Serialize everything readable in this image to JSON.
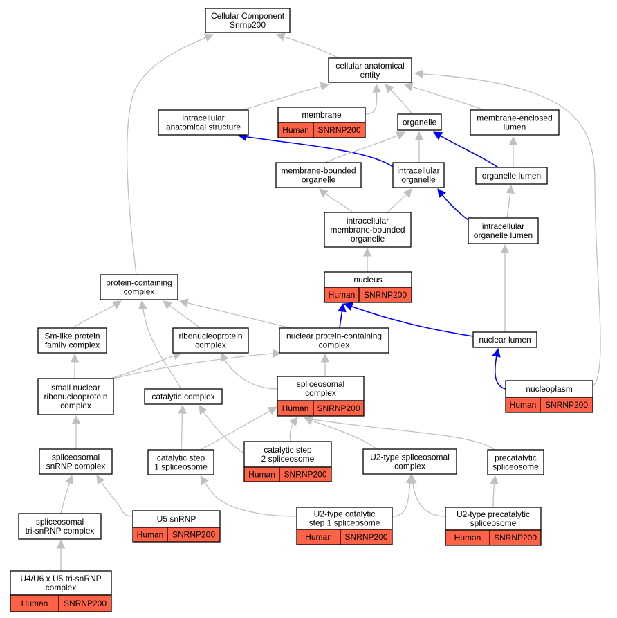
{
  "colors": {
    "background": "#ffffff",
    "node_border": "#000000",
    "edge_default": "#c0c0c0",
    "edge_highlight": "#0000ff",
    "annotation_fill": "#ff6347"
  },
  "nodes": {
    "cellular_component": {
      "lines": [
        "Cellular Component",
        "Snrnp200"
      ]
    },
    "cellular_anatomical_entity": {
      "lines": [
        "cellular anatomical",
        "entity"
      ]
    },
    "intracellular_anatomical_structure": {
      "lines": [
        "intracellular",
        "anatomical structure"
      ]
    },
    "membrane": {
      "lines": [
        "membrane"
      ],
      "annotation": [
        "Human",
        "SNRNP200"
      ]
    },
    "organelle": {
      "lines": [
        "organelle"
      ]
    },
    "membrane_enclosed_lumen": {
      "lines": [
        "membrane-enclosed",
        "lumen"
      ]
    },
    "membrane_bounded_organelle": {
      "lines": [
        "membrane-bounded",
        "organelle"
      ]
    },
    "intracellular_organelle": {
      "lines": [
        "intracellular",
        "organelle"
      ]
    },
    "organelle_lumen": {
      "lines": [
        "organelle lumen"
      ]
    },
    "intracellular_membrane_bounded_organelle": {
      "lines": [
        "intracellular",
        "membrane-bounded",
        "organelle"
      ]
    },
    "intracellular_organelle_lumen": {
      "lines": [
        "intracellular",
        "organelle lumen"
      ]
    },
    "protein_containing_complex": {
      "lines": [
        "protein-containing",
        "complex"
      ]
    },
    "nucleus": {
      "lines": [
        "nucleus"
      ],
      "annotation": [
        "Human",
        "SNRNP200"
      ]
    },
    "sm_like_protein_family_complex": {
      "lines": [
        "Sm-like protein",
        "family complex"
      ]
    },
    "ribonucleoprotein_complex": {
      "lines": [
        "ribonucleoprotein",
        "complex"
      ]
    },
    "nuclear_protein_containing_complex": {
      "lines": [
        "nuclear protein-containing",
        "complex"
      ]
    },
    "nuclear_lumen": {
      "lines": [
        "nuclear lumen"
      ]
    },
    "small_nuclear_ribonucleoprotein_complex": {
      "lines": [
        "small nuclear",
        "ribonucleoprotein",
        "complex"
      ]
    },
    "catalytic_complex": {
      "lines": [
        "catalytic complex"
      ]
    },
    "spliceosomal_complex": {
      "lines": [
        "spliceosomal",
        "complex"
      ],
      "annotation": [
        "Human",
        "SNRNP200"
      ]
    },
    "nucleoplasm": {
      "lines": [
        "nucleoplasm"
      ],
      "annotation": [
        "Human",
        "SNRNP200"
      ]
    },
    "spliceosomal_snrnp_complex": {
      "lines": [
        "spliceosomal",
        "snRNP complex"
      ]
    },
    "catalytic_step_1_spliceosome": {
      "lines": [
        "catalytic step",
        "1 spliceosome"
      ]
    },
    "catalytic_step_2_spliceosome": {
      "lines": [
        "catalytic step",
        "2 spliceosome"
      ],
      "annotation": [
        "Human",
        "SNRNP200"
      ]
    },
    "u2_type_spliceosomal_complex": {
      "lines": [
        "U2-type spliceosomal",
        "complex"
      ]
    },
    "precatalytic_spliceosome": {
      "lines": [
        "precatalytic",
        "spliceosome"
      ]
    },
    "spliceosomal_tri_snrnp_complex": {
      "lines": [
        "spliceosomal",
        "tri-snRNP complex"
      ]
    },
    "u5_snrnp": {
      "lines": [
        "U5 snRNP"
      ],
      "annotation": [
        "Human",
        "SNRNP200"
      ]
    },
    "u2_type_catalytic_step_1_spliceosome": {
      "lines": [
        "U2-type catalytic",
        "step 1 spliceosome"
      ],
      "annotation": [
        "Human",
        "SNRNP200"
      ]
    },
    "u2_type_precatalytic_spliceosome": {
      "lines": [
        "U2-type precatalytic",
        "spliceosome"
      ],
      "annotation": [
        "Human",
        "SNRNP200"
      ]
    },
    "u4_u6_x_u5_tri_snrnp_complex": {
      "lines": [
        "U4/U6 x U5 tri-snRNP",
        "complex"
      ],
      "annotation": [
        "Human",
        "SNRNP200"
      ]
    }
  },
  "edges": [
    {
      "from": "cellular_anatomical_entity",
      "to": "cellular_component",
      "highlight": false
    },
    {
      "from": "protein_containing_complex",
      "to": "cellular_component",
      "highlight": false
    },
    {
      "from": "intracellular_anatomical_structure",
      "to": "cellular_anatomical_entity",
      "highlight": false
    },
    {
      "from": "membrane",
      "to": "cellular_anatomical_entity",
      "highlight": false
    },
    {
      "from": "organelle",
      "to": "cellular_anatomical_entity",
      "highlight": false
    },
    {
      "from": "membrane_enclosed_lumen",
      "to": "cellular_anatomical_entity",
      "highlight": false
    },
    {
      "from": "nucleoplasm",
      "to": "cellular_anatomical_entity",
      "highlight": false
    },
    {
      "from": "intracellular_organelle",
      "to": "intracellular_anatomical_structure",
      "highlight": true
    },
    {
      "from": "membrane_bounded_organelle",
      "to": "organelle",
      "highlight": false
    },
    {
      "from": "intracellular_organelle",
      "to": "organelle",
      "highlight": false
    },
    {
      "from": "organelle_lumen",
      "to": "organelle",
      "highlight": true
    },
    {
      "from": "organelle_lumen",
      "to": "membrane_enclosed_lumen",
      "highlight": false
    },
    {
      "from": "intracellular_membrane_bounded_organelle",
      "to": "membrane_bounded_organelle",
      "highlight": false
    },
    {
      "from": "intracellular_membrane_bounded_organelle",
      "to": "intracellular_organelle",
      "highlight": false
    },
    {
      "from": "intracellular_organelle_lumen",
      "to": "intracellular_organelle",
      "highlight": true
    },
    {
      "from": "intracellular_organelle_lumen",
      "to": "organelle_lumen",
      "highlight": false
    },
    {
      "from": "nucleus",
      "to": "intracellular_membrane_bounded_organelle",
      "highlight": false
    },
    {
      "from": "nuclear_lumen",
      "to": "intracellular_organelle_lumen",
      "highlight": false
    },
    {
      "from": "nuclear_lumen",
      "to": "nucleus",
      "highlight": true
    },
    {
      "from": "nuclear_protein_containing_complex",
      "to": "nucleus",
      "highlight": true
    },
    {
      "from": "nucleoplasm",
      "to": "nuclear_lumen",
      "highlight": true
    },
    {
      "from": "sm_like_protein_family_complex",
      "to": "protein_containing_complex",
      "highlight": false
    },
    {
      "from": "ribonucleoprotein_complex",
      "to": "protein_containing_complex",
      "highlight": false
    },
    {
      "from": "nuclear_protein_containing_complex",
      "to": "protein_containing_complex",
      "highlight": false
    },
    {
      "from": "catalytic_complex",
      "to": "protein_containing_complex",
      "highlight": false
    },
    {
      "from": "small_nuclear_ribonucleoprotein_complex",
      "to": "sm_like_protein_family_complex",
      "highlight": false
    },
    {
      "from": "small_nuclear_ribonucleoprotein_complex",
      "to": "ribonucleoprotein_complex",
      "highlight": false
    },
    {
      "from": "small_nuclear_ribonucleoprotein_complex",
      "to": "nuclear_protein_containing_complex",
      "highlight": false
    },
    {
      "from": "spliceosomal_complex",
      "to": "ribonucleoprotein_complex",
      "highlight": false
    },
    {
      "from": "spliceosomal_complex",
      "to": "nuclear_protein_containing_complex",
      "highlight": false
    },
    {
      "from": "spliceosomal_snrnp_complex",
      "to": "small_nuclear_ribonucleoprotein_complex",
      "highlight": false
    },
    {
      "from": "catalytic_step_1_spliceosome",
      "to": "catalytic_complex",
      "highlight": false
    },
    {
      "from": "catalytic_step_2_spliceosome",
      "to": "catalytic_complex",
      "highlight": false
    },
    {
      "from": "catalytic_step_1_spliceosome",
      "to": "spliceosomal_complex",
      "highlight": false
    },
    {
      "from": "catalytic_step_2_spliceosome",
      "to": "spliceosomal_complex",
      "highlight": false
    },
    {
      "from": "u2_type_spliceosomal_complex",
      "to": "spliceosomal_complex",
      "highlight": false
    },
    {
      "from": "precatalytic_spliceosome",
      "to": "spliceosomal_complex",
      "highlight": false
    },
    {
      "from": "spliceosomal_tri_snrnp_complex",
      "to": "spliceosomal_snrnp_complex",
      "highlight": false
    },
    {
      "from": "u5_snrnp",
      "to": "spliceosomal_snrnp_complex",
      "highlight": false
    },
    {
      "from": "u2_type_catalytic_step_1_spliceosome",
      "to": "catalytic_step_1_spliceosome",
      "highlight": false
    },
    {
      "from": "u2_type_catalytic_step_1_spliceosome",
      "to": "u2_type_spliceosomal_complex",
      "highlight": false
    },
    {
      "from": "u2_type_precatalytic_spliceosome",
      "to": "u2_type_spliceosomal_complex",
      "highlight": false
    },
    {
      "from": "u2_type_precatalytic_spliceosome",
      "to": "precatalytic_spliceosome",
      "highlight": false
    },
    {
      "from": "u4_u6_x_u5_tri_snrnp_complex",
      "to": "spliceosomal_tri_snrnp_complex",
      "highlight": false
    }
  ]
}
